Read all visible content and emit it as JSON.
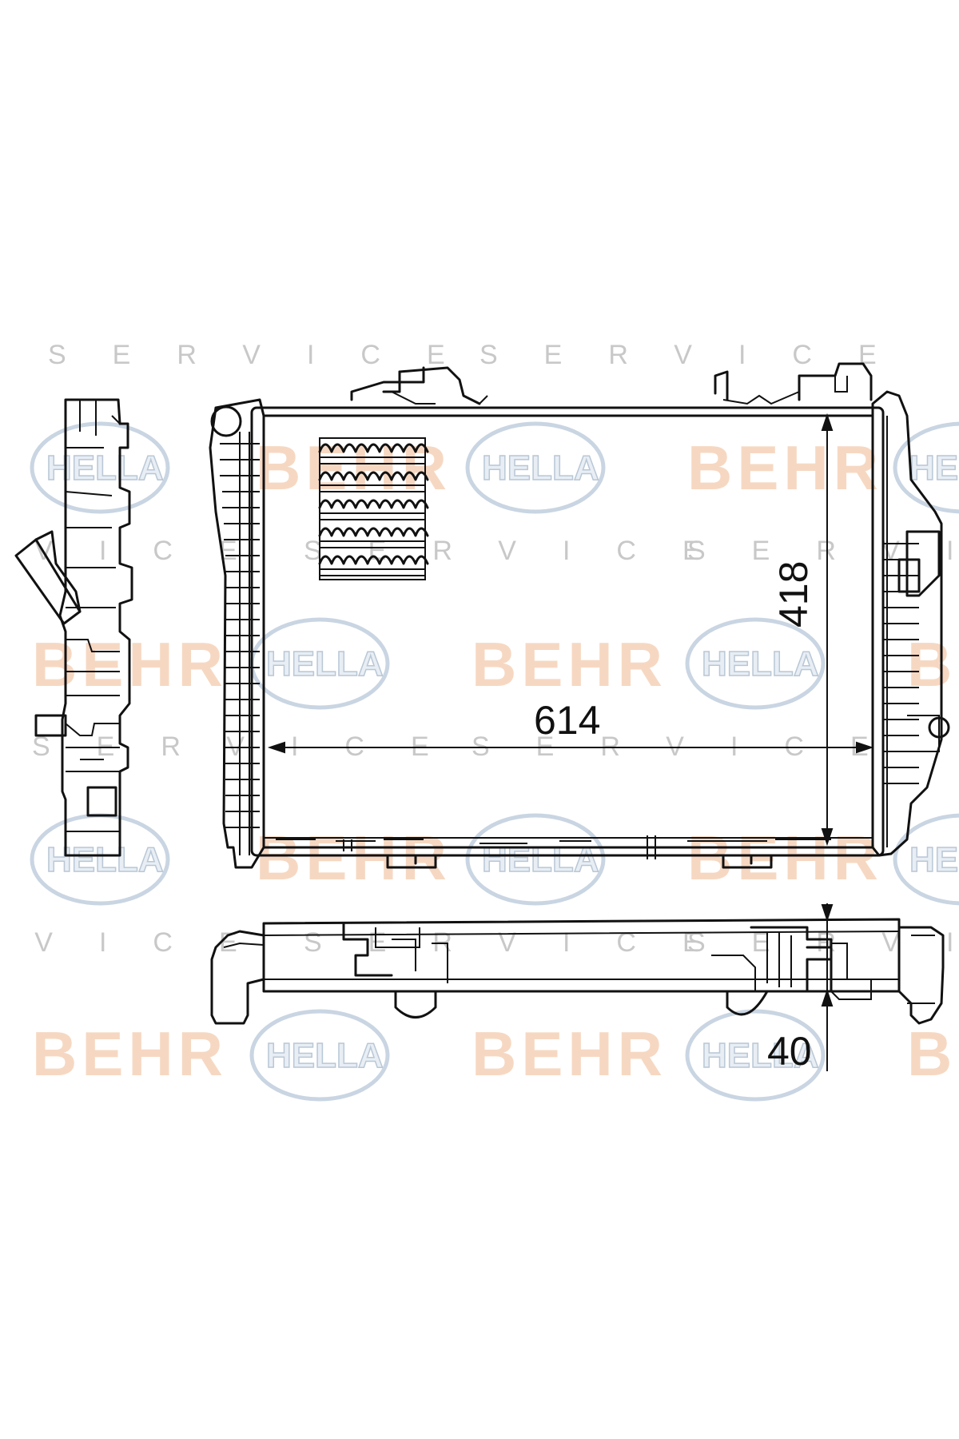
{
  "watermark": {
    "service_text": "SERVICE",
    "behr_text": "BEHR",
    "hella_text": "HELLA",
    "behr_color": "#f6d8c2",
    "hella_color": "#c9d5e2",
    "service_color": "#c8c8c8"
  },
  "dimensions": {
    "width_label": "614",
    "height_label": "418",
    "depth_label": "40"
  },
  "icons": {
    "side_view": "radiator-side-view",
    "front_view": "radiator-front-view",
    "top_view": "radiator-top-view"
  }
}
